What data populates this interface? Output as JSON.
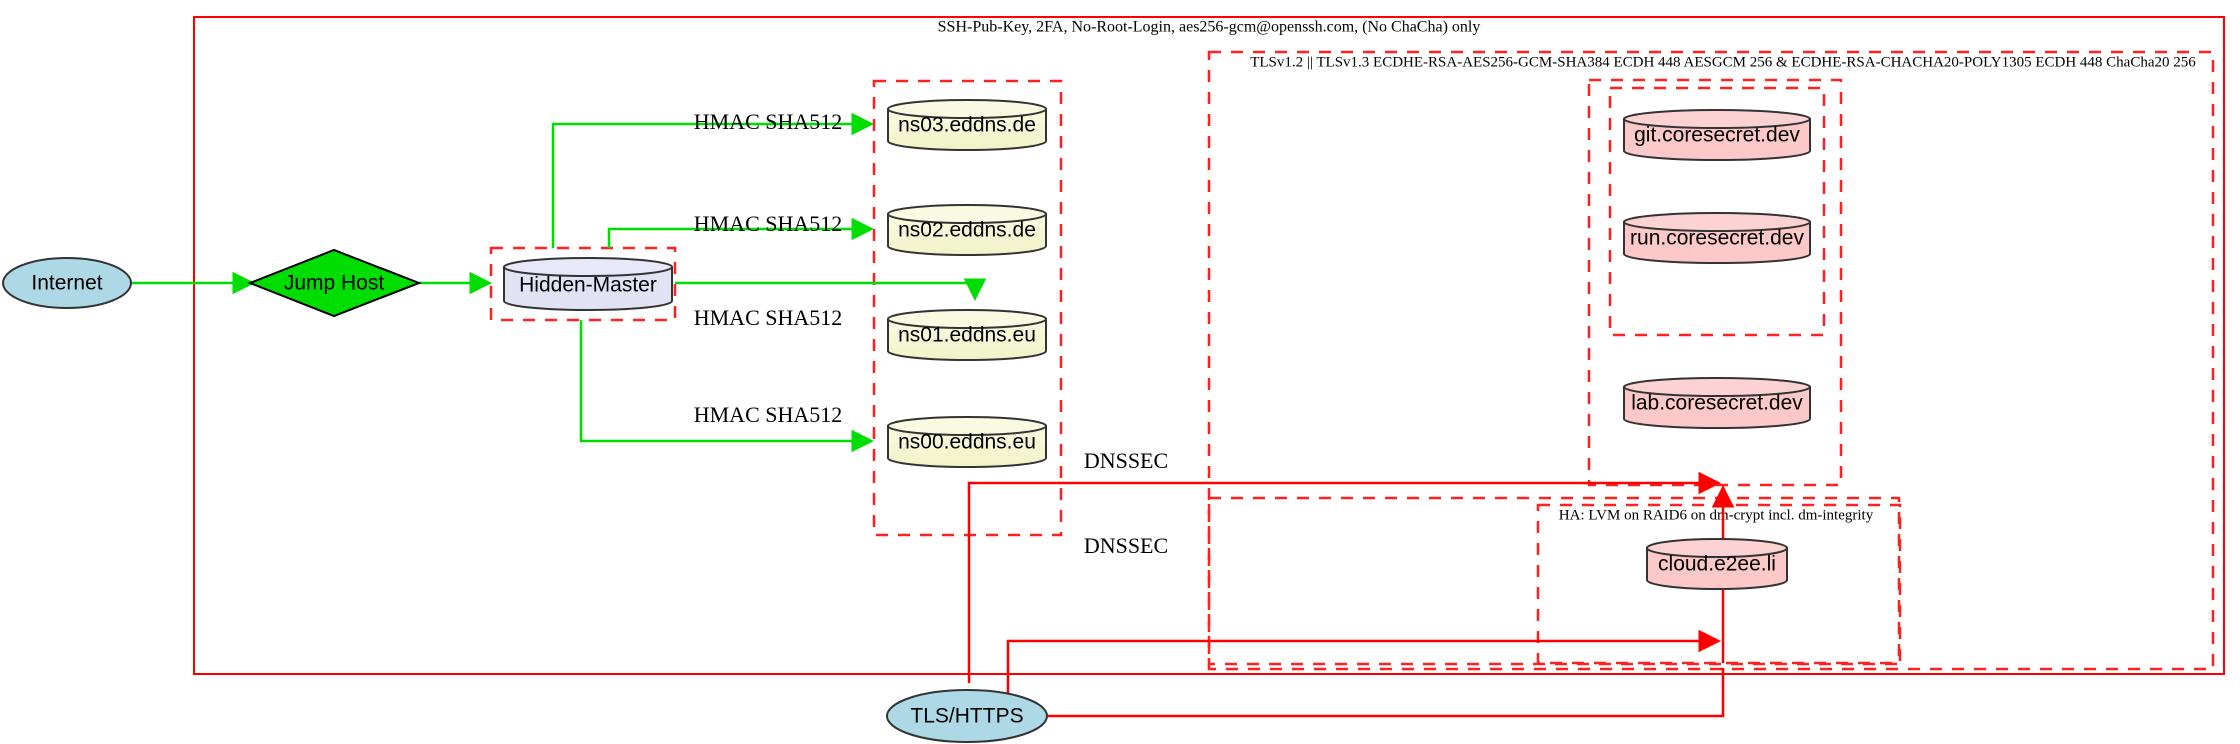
{
  "diagram": {
    "title_bar_label": "SSH-Pub-Key, 2FA, No-Root-Login, aes256-gcm@openssh.com, (No ChaCha) only",
    "clusters": {
      "tls_policy": "TLSv1.2 || TLSv1.3 ECDHE-RSA-AES256-GCM-SHA384 ECDH 448 AESGCM 256 & ECDHE-RSA-CHACHA20-POLY1305 ECDH 448 ChaCha20 256",
      "ha_policy": "HA: LVM on RAID6 on dm-crypt incl. dm-integrity"
    },
    "nodes": {
      "internet": "Internet",
      "jump_host": "Jump Host",
      "hidden_master": "Hidden-Master",
      "ns03": "ns03.eddns.de",
      "ns02": "ns02.eddns.de",
      "ns01": "ns01.eddns.eu",
      "ns00": "ns00.eddns.eu",
      "git": "git.coresecret.dev",
      "run": "run.coresecret.dev",
      "lab": "lab.coresecret.dev",
      "cloud": "cloud.e2ee.li",
      "tls_https": "TLS/HTTPS"
    },
    "edge_labels": {
      "hmac_ns03": "HMAC SHA512",
      "hmac_ns02": "HMAC SHA512",
      "hmac_ns01": "HMAC SHA512",
      "hmac_ns00": "HMAC SHA512",
      "dnssec_upper": "DNSSEC",
      "dnssec_lower": "DNSSEC"
    },
    "colors": {
      "internet_fill": "#add8e6",
      "jump_host_fill": "#00dd00",
      "hidden_master_fill": "#e2e2f5",
      "dns_fill": "#f5f5d0",
      "service_fill": "#fcc8c8",
      "boundary_red": "#ff0000",
      "secure_green": "#00dd00"
    }
  }
}
